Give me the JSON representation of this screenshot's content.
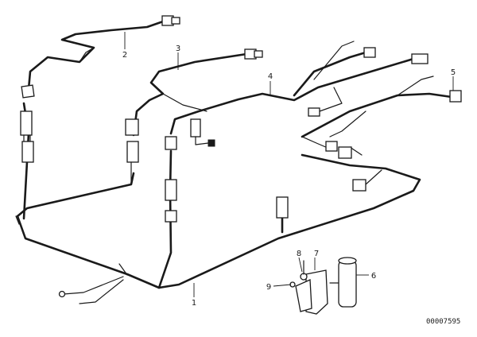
{
  "callouts": {
    "c1": "1",
    "c2": "2",
    "c3": "3",
    "c4": "4",
    "c5": "5",
    "c6": "6",
    "c7": "7",
    "c8": "8",
    "c9": "9"
  },
  "image_code": "00007595",
  "colors": {
    "line": "#1a1a1a",
    "background": "#ffffff"
  }
}
